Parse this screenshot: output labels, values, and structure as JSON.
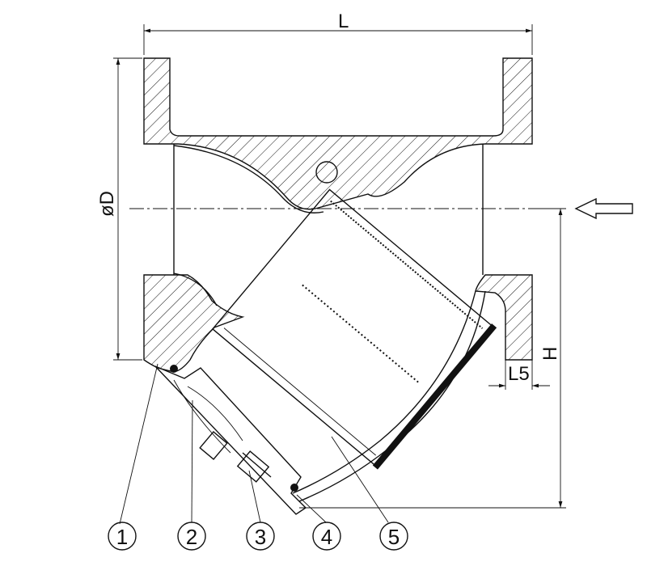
{
  "dimensions": {
    "length": "L",
    "diameter": "øD",
    "height": "H",
    "flange_thickness": "L5"
  },
  "flow_direction_icon": "left-arrow-icon",
  "part_numbers": [
    "1",
    "2",
    "3",
    "4",
    "5"
  ]
}
